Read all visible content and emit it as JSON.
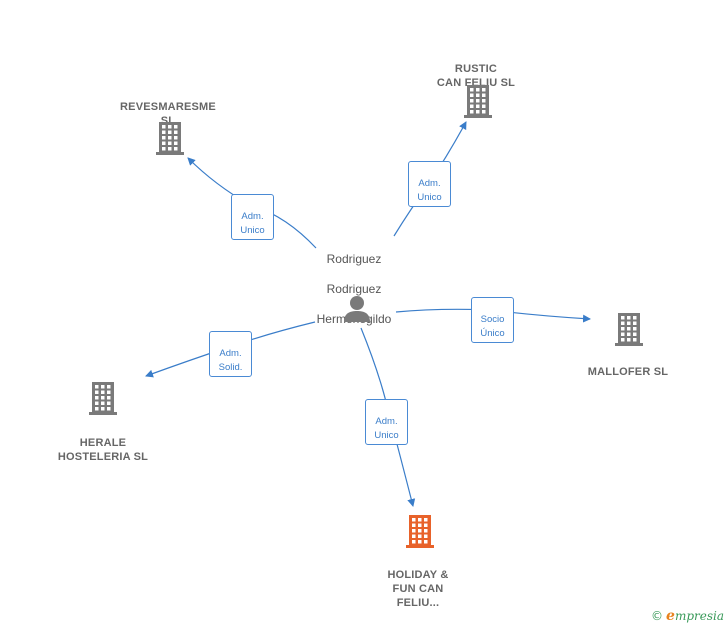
{
  "person": {
    "name_lines": [
      "Rodriguez",
      "Rodriguez",
      "Hermenegildo"
    ]
  },
  "companies": [
    {
      "id": "revesmaresme",
      "label_lines": [
        "REVESMARESME",
        "SL"
      ],
      "highlight": false
    },
    {
      "id": "rustic",
      "label_lines": [
        "RUSTIC",
        "CAN FELIU  SL"
      ],
      "highlight": false
    },
    {
      "id": "mallofer",
      "label_lines": [
        "MALLOFER SL"
      ],
      "highlight": false
    },
    {
      "id": "herale",
      "label_lines": [
        "HERALE",
        "HOSTELERIA SL"
      ],
      "highlight": false
    },
    {
      "id": "holiday",
      "label_lines": [
        "HOLIDAY &",
        "FUN CAN",
        "FELIU..."
      ],
      "highlight": true
    }
  ],
  "relations": [
    {
      "to": "revesmaresme",
      "label_lines": [
        "Adm.",
        "Unico"
      ]
    },
    {
      "to": "rustic",
      "label_lines": [
        "Adm.",
        "Unico"
      ]
    },
    {
      "to": "mallofer",
      "label_lines": [
        "Socio",
        "Único"
      ]
    },
    {
      "to": "herale",
      "label_lines": [
        "Adm.",
        "Solid."
      ]
    },
    {
      "to": "holiday",
      "label_lines": [
        "Adm.",
        "Unico"
      ]
    }
  ],
  "colors": {
    "edge": "#3a7dc9",
    "building": "#7a7a7a",
    "building_highlight": "#e8622a",
    "person": "#7a7a7a"
  },
  "icons": {
    "person": "person-icon",
    "building": "building-icon"
  },
  "brand": {
    "copyright": "©",
    "initial": "e",
    "rest": "mpresia"
  }
}
